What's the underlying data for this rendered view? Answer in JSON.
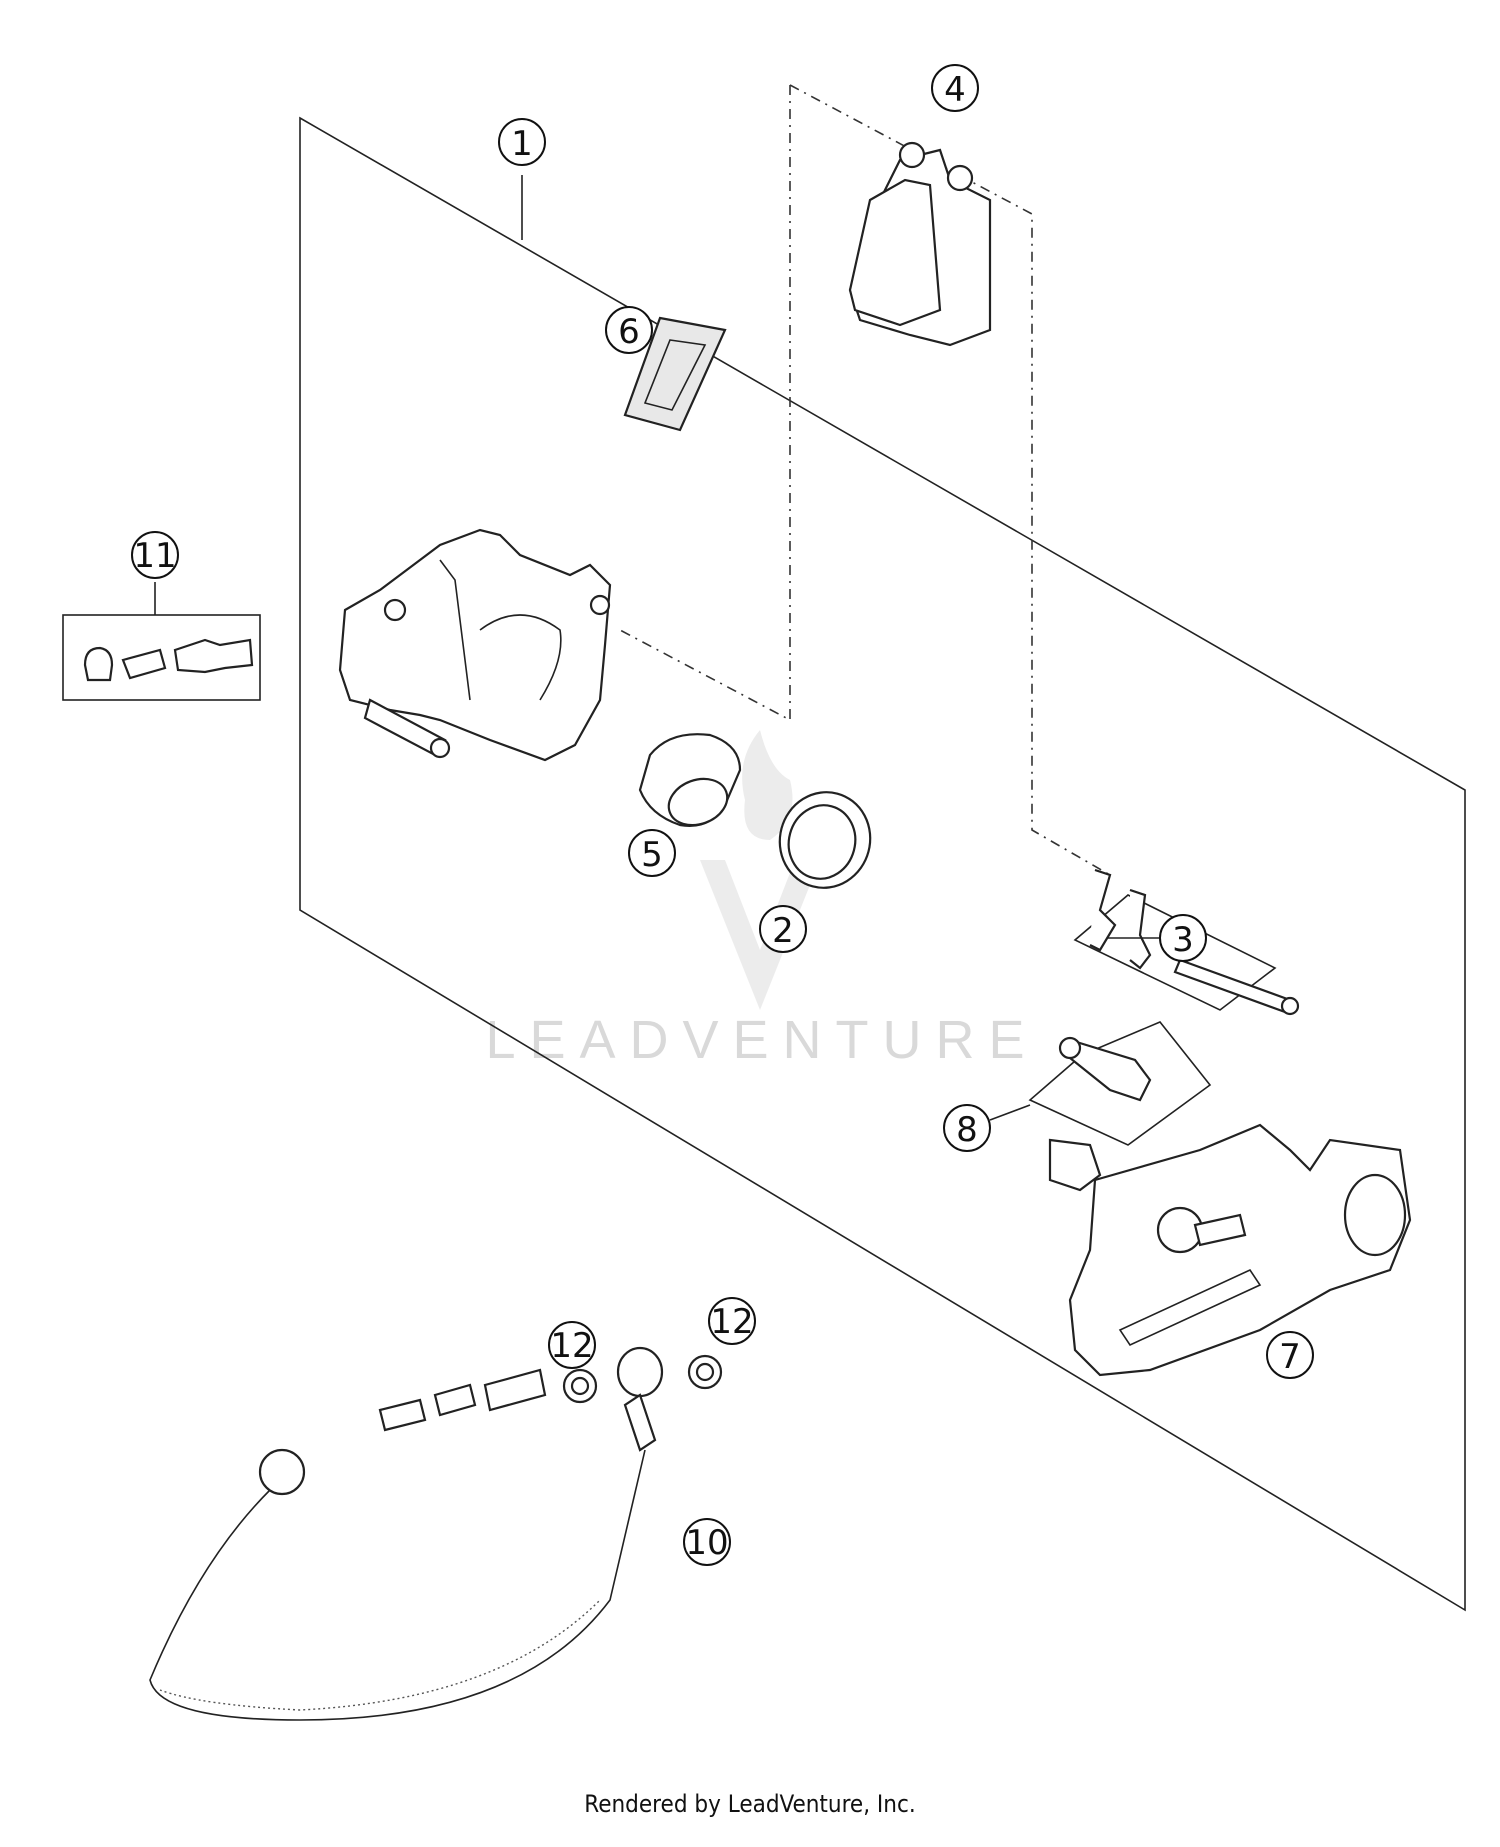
{
  "callouts": {
    "c1": "1",
    "c2": "2",
    "c3": "3",
    "c4": "4",
    "c5": "5",
    "c6": "6",
    "c7": "7",
    "c8": "8",
    "c10": "10",
    "c11": "11",
    "c12a": "12",
    "c12b": "12"
  },
  "watermark": "LEADVENTURE",
  "footer": "Rendered by LeadVenture, Inc."
}
